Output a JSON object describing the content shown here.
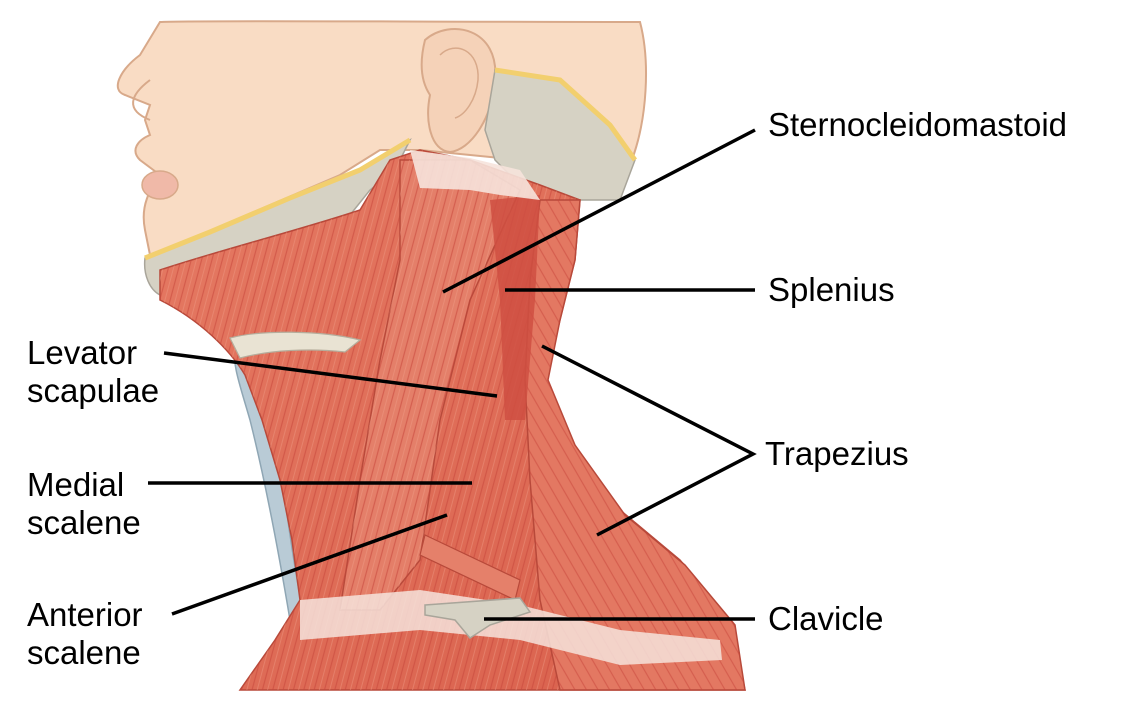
{
  "figure": {
    "subject": "Lateral view of neck muscles",
    "colors": {
      "skin": "#f9dcc4",
      "skin_outline": "#d8a98a",
      "bone": "#d6d2c4",
      "fat_edge": "#f2cf6e",
      "muscle": "#e0705a",
      "muscle_dark": "#c94a3c",
      "tendon": "#f6e3dc",
      "fascia_blue": "#b9cbd6",
      "leader_line": "#000000"
    }
  },
  "labels": {
    "sternocleidomastoid": {
      "lines": [
        "Sternocleidomastoid"
      ]
    },
    "splenius": {
      "lines": [
        "Splenius"
      ]
    },
    "levator_scapulae": {
      "lines": [
        "Levator",
        "scapulae"
      ]
    },
    "trapezius": {
      "lines": [
        "Trapezius"
      ]
    },
    "medial_scalene": {
      "lines": [
        "Medial",
        "scalene"
      ]
    },
    "anterior_scalene": {
      "lines": [
        "Anterior",
        "scalene"
      ]
    },
    "clavicle": {
      "lines": [
        "Clavicle"
      ]
    }
  }
}
